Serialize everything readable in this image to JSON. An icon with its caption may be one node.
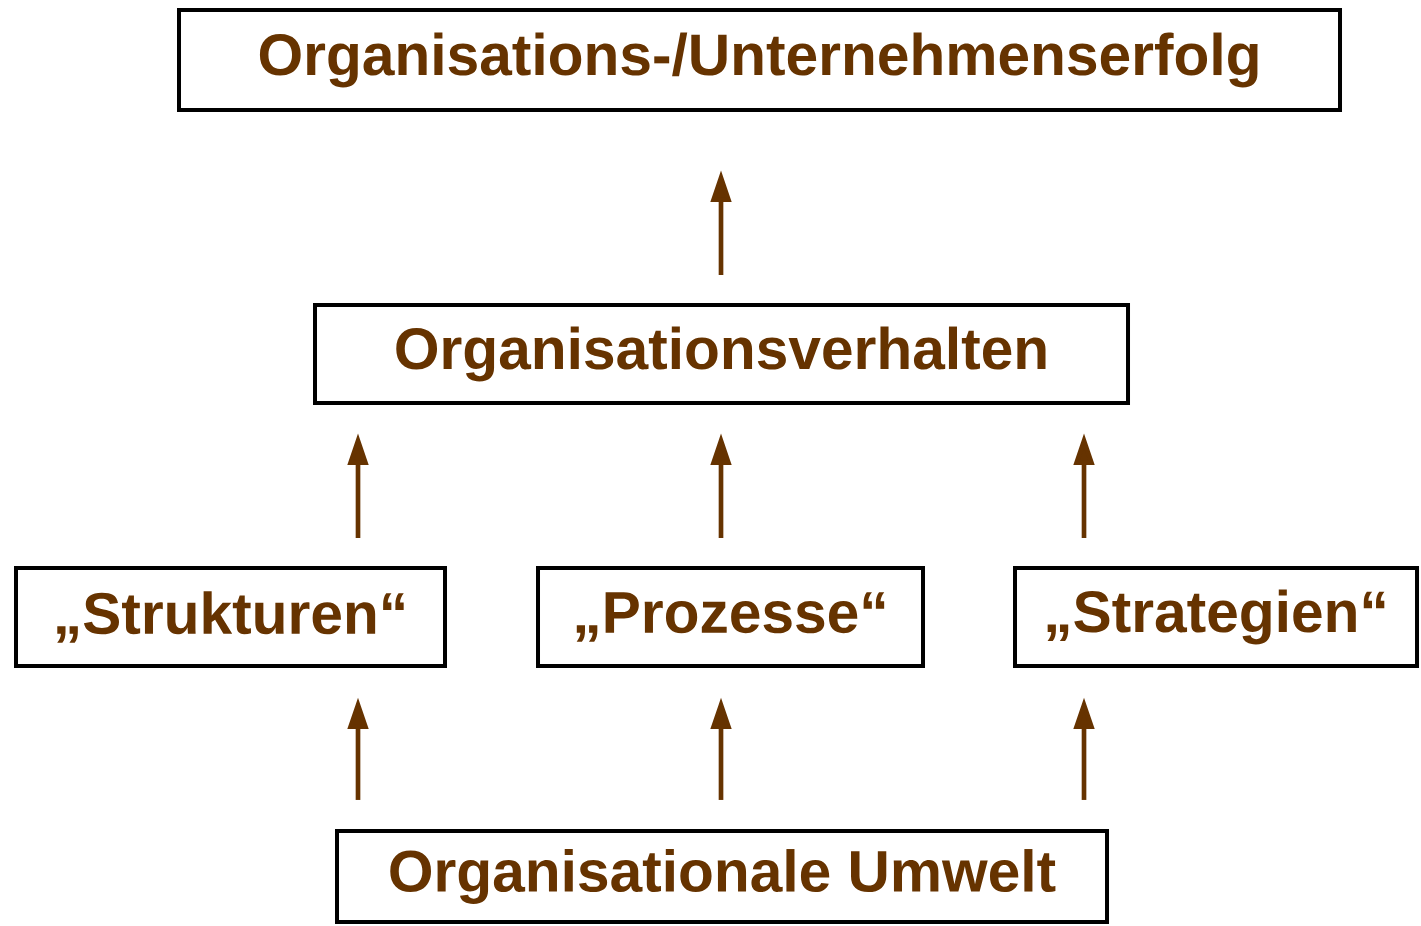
{
  "diagram": {
    "nodes": [
      {
        "text": [
          "Organisations-/Unternehmenserfolg"
        ]
      },
      {
        "text": [
          "Organisationsverhalten"
        ]
      },
      {
        "text": [
          "„Strukturen“"
        ]
      },
      {
        "text": [
          "„Prozesse“"
        ]
      },
      {
        "text": [
          "„Strategien“"
        ]
      },
      {
        "text": [
          "Organisationale Umwelt"
        ]
      }
    ],
    "edges": [
      {
        "from": 5,
        "to": 2,
        "arrow": "to"
      },
      {
        "from": 5,
        "to": 3,
        "arrow": "to"
      },
      {
        "from": 5,
        "to": 4,
        "arrow": "to"
      },
      {
        "from": 2,
        "to": 1,
        "arrow": "to"
      },
      {
        "from": 3,
        "to": 1,
        "arrow": "to"
      },
      {
        "from": 4,
        "to": 1,
        "arrow": "to"
      },
      {
        "from": 1,
        "to": 0,
        "arrow": "to"
      }
    ]
  }
}
